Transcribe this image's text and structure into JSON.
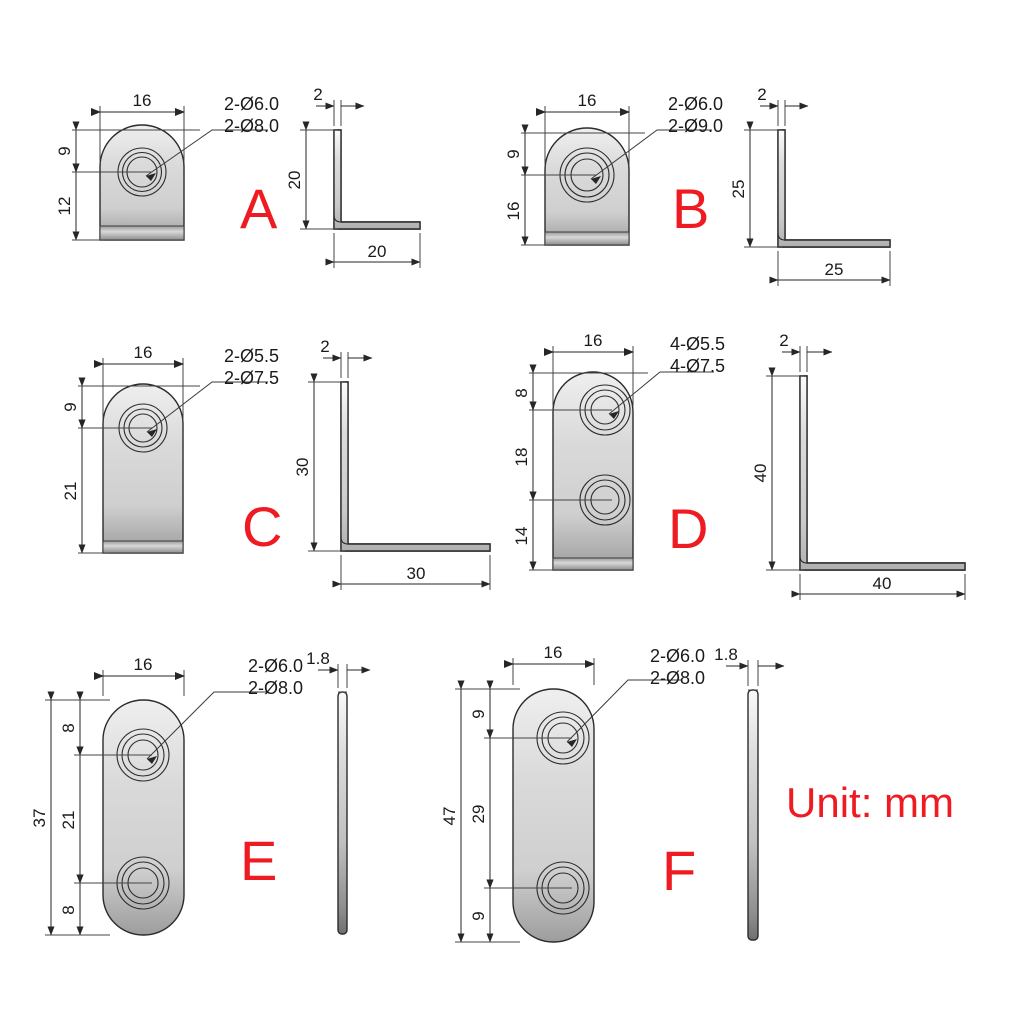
{
  "document": {
    "type": "engineering-drawing",
    "unit_note": "Unit: mm",
    "accent_color": "#ee1b22",
    "line_color": "#262626",
    "body_fill": "#d9d9d9"
  },
  "parts": [
    {
      "id": "A",
      "label": "A",
      "kind": "angle-bracket",
      "front": {
        "width": "16",
        "hole_from_top": "9",
        "lower_height": "12",
        "hole_note_line1": "2-Ø6.0",
        "hole_note_line2": "2-Ø8.0",
        "hole_count": 1
      },
      "side": {
        "thickness": "2",
        "vertical": "20",
        "horizontal": "20"
      }
    },
    {
      "id": "B",
      "label": "B",
      "kind": "angle-bracket",
      "front": {
        "width": "16",
        "hole_from_top": "9",
        "lower_height": "16",
        "hole_note_line1": "2-Ø6.0",
        "hole_note_line2": "2-Ø9.0",
        "hole_count": 1
      },
      "side": {
        "thickness": "2",
        "vertical": "25",
        "horizontal": "25"
      }
    },
    {
      "id": "C",
      "label": "C",
      "kind": "angle-bracket",
      "front": {
        "width": "16",
        "hole_from_top": "9",
        "lower_height": "21",
        "hole_note_line1": "2-Ø5.5",
        "hole_note_line2": "2-Ø7.5",
        "hole_count": 1
      },
      "side": {
        "thickness": "2",
        "vertical": "30",
        "horizontal": "30"
      }
    },
    {
      "id": "D",
      "label": "D",
      "kind": "angle-bracket",
      "front": {
        "width": "16",
        "hole_from_top": "8",
        "hole_spacing": "18",
        "lower_height": "14",
        "hole_note_line1": "4-Ø5.5",
        "hole_note_line2": "4-Ø7.5",
        "hole_count": 2
      },
      "side": {
        "thickness": "2",
        "vertical": "40",
        "horizontal": "40"
      }
    },
    {
      "id": "E",
      "label": "E",
      "kind": "flat-plate",
      "front": {
        "width": "16",
        "total_height": "37",
        "hole_spacing": "21",
        "hole_from_top": "8",
        "hole_from_bottom": "8",
        "hole_note_line1": "2-Ø6.0",
        "hole_note_line2": "2-Ø8.0",
        "hole_count": 2
      },
      "side": {
        "thickness": "1.8"
      }
    },
    {
      "id": "F",
      "label": "F",
      "kind": "flat-plate",
      "front": {
        "width": "16",
        "total_height": "47",
        "hole_spacing": "29",
        "hole_from_top": "9",
        "hole_from_bottom": "9",
        "hole_note_line1": "2-Ø6.0",
        "hole_note_line2": "2-Ø8.0",
        "hole_count": 2
      },
      "side": {
        "thickness": "1.8"
      }
    }
  ]
}
